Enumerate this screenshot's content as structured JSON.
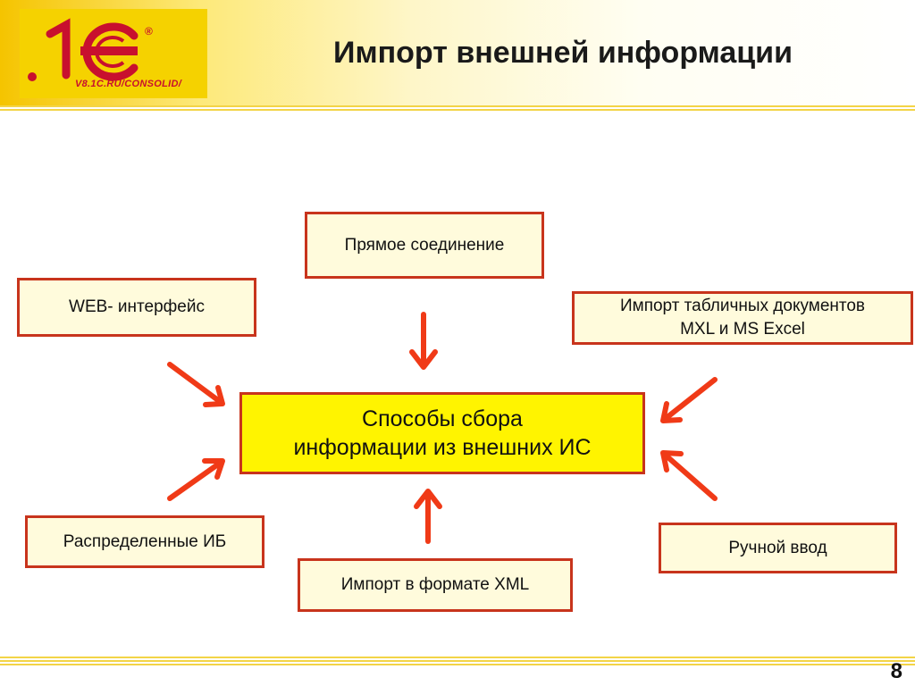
{
  "header": {
    "title": "Импорт внешней информации",
    "logo": {
      "mark": "1С",
      "registered": "®",
      "url": "V8.1C.RU/CONSOLID/"
    }
  },
  "diagram": {
    "center": {
      "line1": "Способы сбора",
      "line2": "информации из внешних ИС"
    },
    "nodes": {
      "direct": "Прямое соединение",
      "web": "WEB- интерфейс",
      "tables_line1": "Импорт табличных документов",
      "tables_line2": "MXL и MS Excel",
      "distributed": "Распределенные ИБ",
      "xml": "Импорт в формате XML",
      "manual": "Ручной ввод"
    }
  },
  "footer": {
    "page_number": "8"
  },
  "colors": {
    "arrow": "#f03a17",
    "box_border": "#c8341c",
    "center_fill": "#fff400",
    "box_fill": "#fffbdc"
  }
}
